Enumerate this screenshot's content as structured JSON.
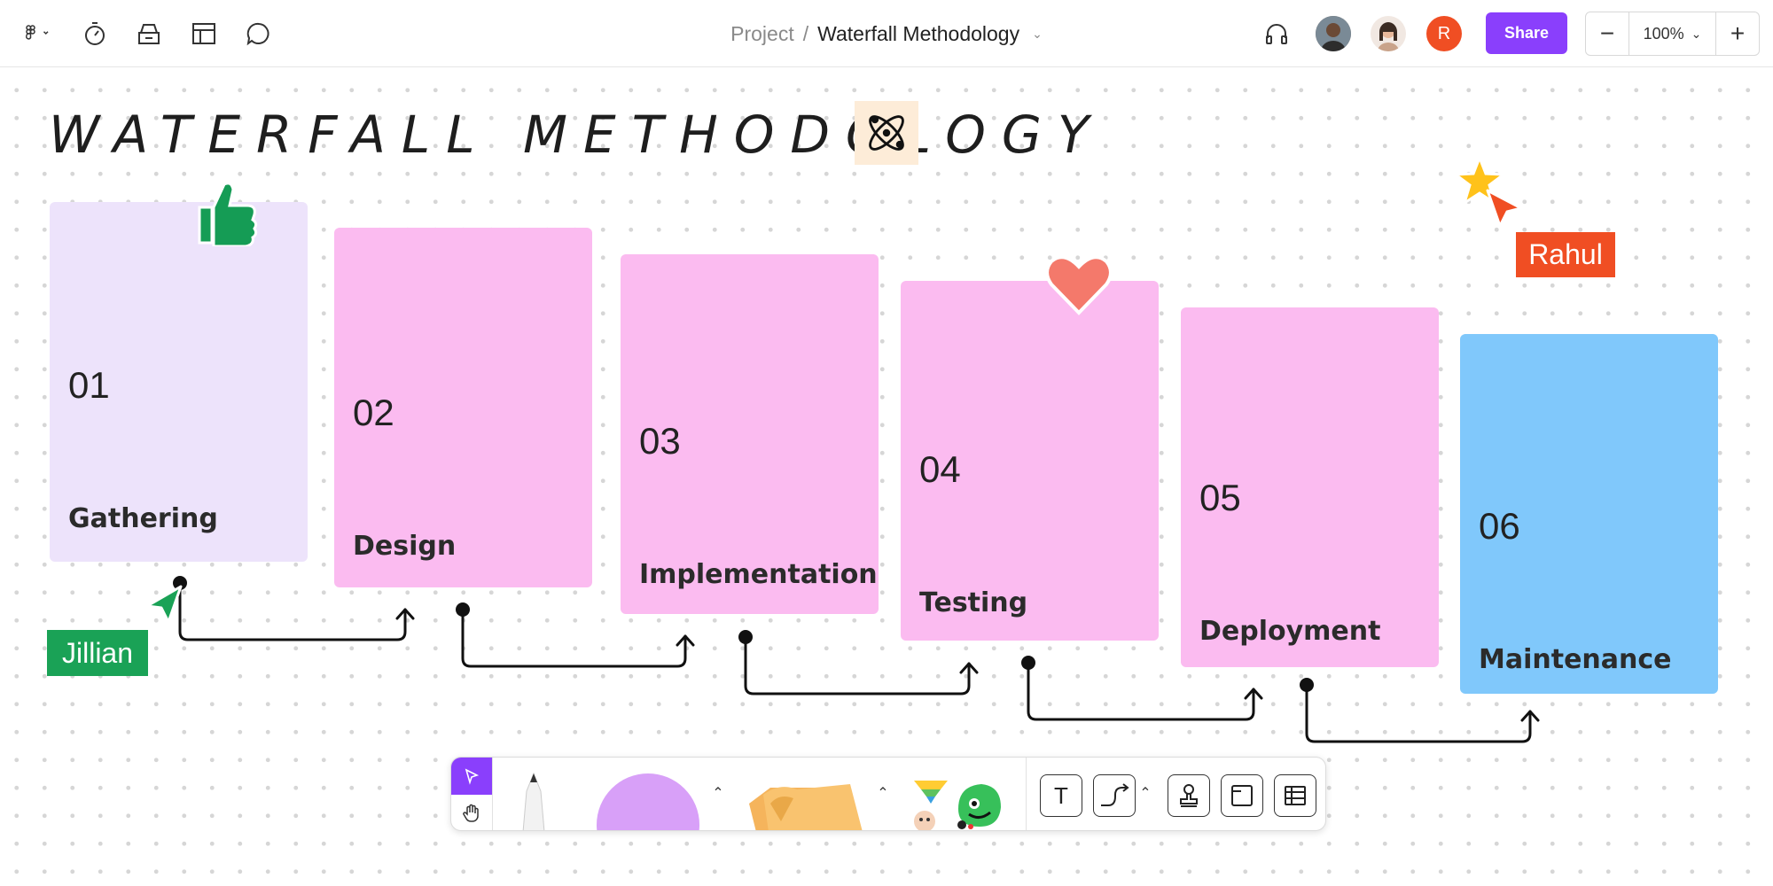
{
  "header": {
    "breadcrumb_project": "Project",
    "breadcrumb_separator": "/",
    "document_title": "Waterfall Methodology",
    "share_label": "Share",
    "zoom_level": "100%",
    "zoom_out_symbol": "−",
    "zoom_in_symbol": "+",
    "user_initial": "R",
    "icons": [
      "figma-menu-icon",
      "timer-icon",
      "library-icon",
      "layout-icon",
      "comment-icon",
      "headphones-icon"
    ]
  },
  "board": {
    "title": "WATERFALL METHODOLOGY",
    "steps": [
      {
        "num": "01",
        "label": "Gathering",
        "color": "#ede3fb"
      },
      {
        "num": "02",
        "label": "Design",
        "color": "#fbbbf0"
      },
      {
        "num": "03",
        "label": "Implementation",
        "color": "#fbbbf0"
      },
      {
        "num": "04",
        "label": "Testing",
        "color": "#fbbbf0"
      },
      {
        "num": "05",
        "label": "Deployment",
        "color": "#fbbbf0"
      },
      {
        "num": "06",
        "label": "Maintenance",
        "color": "#80c8fb"
      }
    ],
    "cursors": [
      {
        "name": "Jillian",
        "color": "#1aa256"
      },
      {
        "name": "Rahul",
        "color": "#f04e23"
      }
    ]
  },
  "toolbar": {
    "tools": [
      "select-tool",
      "hand-tool",
      "pen-tool",
      "shape-tool",
      "sticky-note-tool",
      "stamps-stickers-tool",
      "text-tool",
      "connector-tool",
      "stamp-tool",
      "section-tool",
      "table-tool"
    ]
  },
  "colors": {
    "accent": "#8a3ffc",
    "user_avatar_r": "#f04e23"
  }
}
